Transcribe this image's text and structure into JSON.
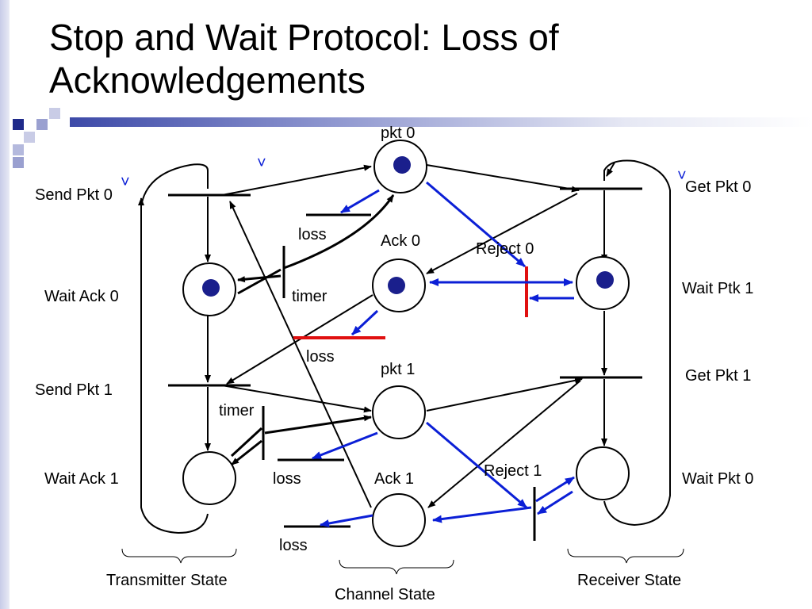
{
  "title": "Stop and Wait Protocol:  Loss of Acknowledgements",
  "places": {
    "pkt0": "pkt 0",
    "ack0": "Ack 0",
    "pkt1": "pkt 1",
    "ack1": "Ack 1"
  },
  "transmitter_labels": {
    "send_pkt0": "Send Pkt 0",
    "wait_ack0": "Wait Ack 0",
    "send_pkt1": "Send Pkt 1",
    "wait_ack1": "Wait Ack 1"
  },
  "receiver_labels": {
    "get_pkt0": "Get Pkt 0",
    "wait_ptk1": "Wait Ptk 1",
    "get_pkt1": "Get Pkt 1",
    "wait_pkt0": "Wait Pkt 0"
  },
  "transition_labels": {
    "loss_a": "loss",
    "loss_b": "loss",
    "loss_c": "loss",
    "loss_d": "loss",
    "timer_a": "timer",
    "timer_b": "timer",
    "reject0": "Reject 0",
    "reject1": "Reject 1"
  },
  "sections": {
    "transmitter": "Transmitter State",
    "channel": "Channel State",
    "receiver": "Receiver State"
  },
  "colors": {
    "token": "#1a1f8c",
    "blue_arc": "#0b1fd6",
    "red_transition": "#e01010"
  }
}
